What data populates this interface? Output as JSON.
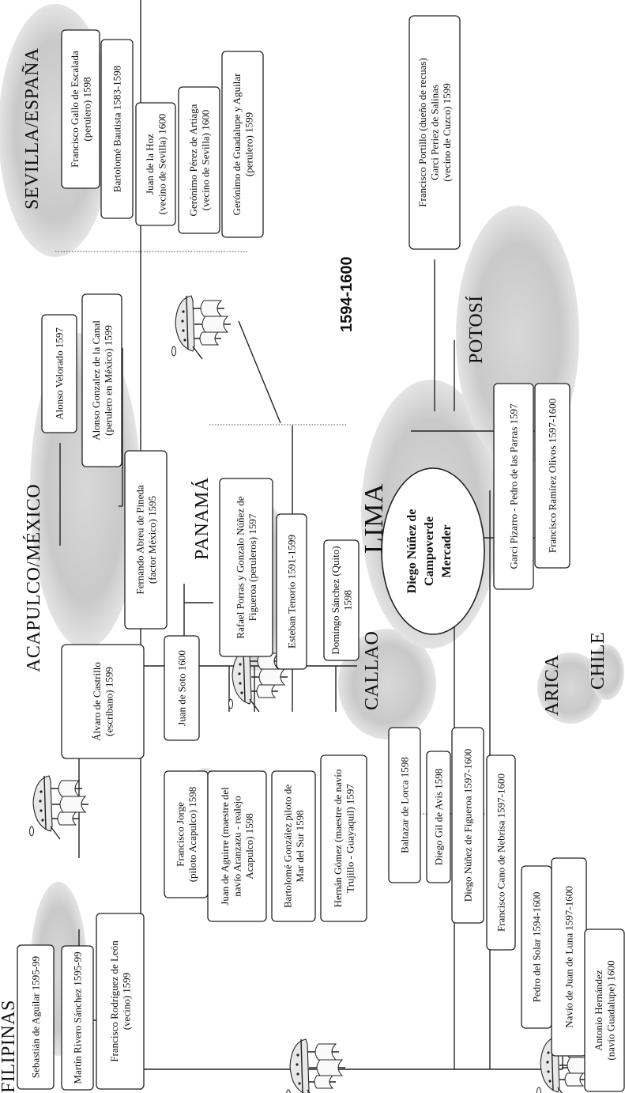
{
  "period": "1594-1600",
  "center": {
    "region": "LIMA",
    "line1": "Diego Núñez de",
    "line2": "Campoverde",
    "line3": "Mercader"
  },
  "regions": {
    "filipinas": "FILIPINAS",
    "acapulco": "ACAPULCO/MÉXICO",
    "sevilla": "SEVILLA/ESPAÑA",
    "panama": "PANAMÁ",
    "callao": "CALLAO",
    "arica": "ARICA",
    "chile": "CHILE",
    "potosi": "POTOSÍ"
  },
  "boxes": {
    "filipinas_1": [
      "Sebastián de Aguilar 1595-99"
    ],
    "filipinas_2": [
      "Martín Rivero Sánchez 1595-99"
    ],
    "filipinas_3": [
      "Francisco Rodríguez de León",
      "(vecino) 1599"
    ],
    "acapulco_castrillo": [
      "Álvaro de Castrillo",
      "(escribano) 1599"
    ],
    "acapulco_velorado": [
      "Alonso Velorado 1597"
    ],
    "acapulco_gonzalez": [
      "Alonso Gonzalez de la Canal",
      "(perulero en México) 1599"
    ],
    "acapulco_pineda": [
      "Fernando Abreu de Pineda",
      "(factor México) 1595"
    ],
    "soto": [
      "Juan de Soto 1600"
    ],
    "jorge": [
      "Francisco Jorge",
      "(piloto Acapulco) 1598"
    ],
    "aguirre": [
      "Juan de Aguirre (maestre del",
      "navío Aranzazu - realejo",
      "Acapulco) 1598"
    ],
    "gonzalez_piloto": [
      "Bartolomé González piloto de",
      "Mar del Sur 1598"
    ],
    "gomez": [
      "Hernán Gómez (maestre de navío",
      "Trujillo - Guayaquil) 1597"
    ],
    "panama_porras": [
      "Rafael Porras y Gonzalo Núñez de",
      "Figueroa (peruleros) 1597"
    ],
    "panama_tenorio": [
      "Esteban Tenorio 1591-1599"
    ],
    "panama_sanchez": [
      "Domingo Sánchez (Quito)",
      "1598"
    ],
    "sevilla_gallo": [
      "Francisco Gallo de Escalada",
      "(perulero) 1598"
    ],
    "sevilla_bautista": [
      "Bartolomé Bautista 1583-1598"
    ],
    "sevilla_hoz": [
      "Juan de la Hoz",
      "(vecino de Sevilla) 1600"
    ],
    "sevilla_artiaga": [
      "Gerónimo Pérez de Artiaga",
      "(vecino de Sevilla) 1600"
    ],
    "sevilla_guadalupe": [
      "Gerónimo de Guadalupe y Aguilar",
      "(perulero) 1599"
    ],
    "callao_lorca": [
      "Baltazar de Lorca 1598"
    ],
    "callao_gil": [
      "Diego Gil de Avis 1598"
    ],
    "callao_figueroa": [
      "Diego Núñez de Figueroa 1597-1600"
    ],
    "callao_nebrisa": [
      "Francisco Cano de Nebrisa 1597-1600"
    ],
    "arica_solar": [
      "Pedro del Solar 1594-1600"
    ],
    "arica_navio": [
      "Navío de Juan de Luna 1597-1600"
    ],
    "chile_hernandez": [
      "Antonio Hernández",
      "(navío Guadalupe) 1600"
    ],
    "potosi_portillo": [
      "Francisco Portillo (dueño de recuas)",
      "Garci Periez de Salinas",
      "(vecino de Cuzco) 1599"
    ],
    "potosi_pizarro": [
      "Garci Pizarro - Pedro de las Parras 1597"
    ],
    "potosi_olivos": [
      "Francisco Ramírez Olivos 1597-1600"
    ]
  }
}
